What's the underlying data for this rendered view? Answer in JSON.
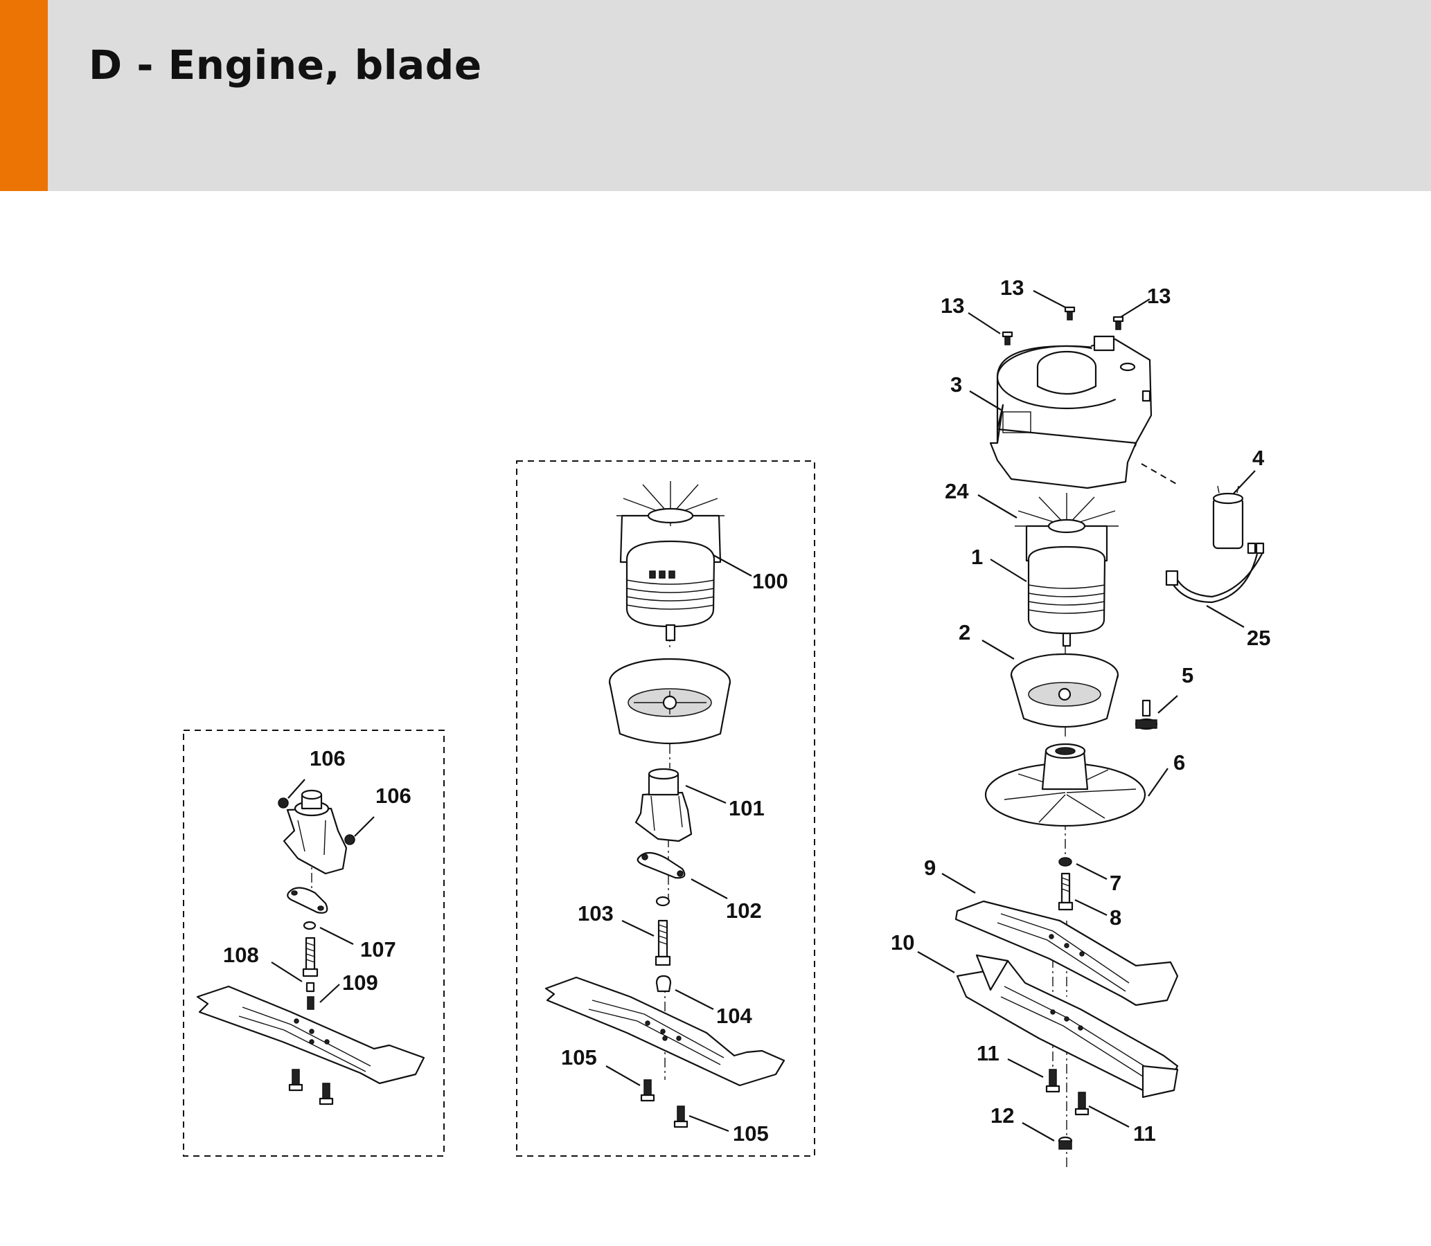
{
  "header": {
    "title": "D - Engine, blade",
    "accent_color": "#ec7405",
    "background_color": "#dcdddc"
  },
  "callouts": {
    "c13a": "13",
    "c13b": "13",
    "c13c": "13",
    "c3": "3",
    "c4": "4",
    "c24": "24",
    "c1": "1",
    "c25": "25",
    "c2": "2",
    "c5": "5",
    "c6": "6",
    "c7": "7",
    "c8": "8",
    "c9": "9",
    "c10": "10",
    "c11a": "11",
    "c11b": "11",
    "c12": "12",
    "c100": "100",
    "c101": "101",
    "c102": "102",
    "c103": "103",
    "c104": "104",
    "c105a": "105",
    "c105b": "105",
    "c106a": "106",
    "c106b": "106",
    "c107": "107",
    "c108": "108",
    "c109": "109"
  }
}
